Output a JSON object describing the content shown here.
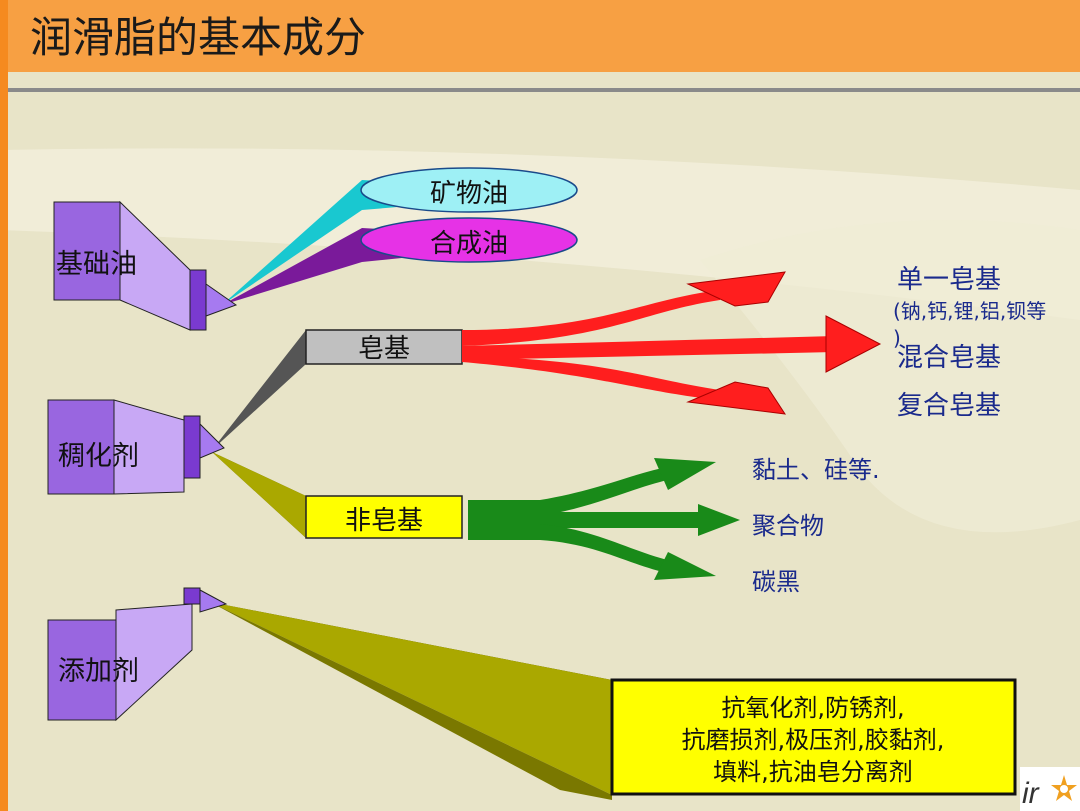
{
  "title": "润滑脂的基本成分",
  "colors": {
    "title_bar": "#f7a043",
    "background": "#e8e4c8",
    "purple_block": "#9966e0",
    "cyan_wedge": "#19c8d0",
    "magenta_ellipse": "#e632e6",
    "red_arrow": "#ff1e1e",
    "green_arrow": "#198a19",
    "olive_wedge": "#aaa800",
    "yellow_box": "#ffff00",
    "gray_box": "#c0c0c0",
    "text_blue": "#1a2a8c"
  },
  "categories": {
    "base_oil": {
      "label": "基础油",
      "items": [
        "矿物油",
        "合成油"
      ]
    },
    "thickener": {
      "label": "稠化剂",
      "soap": {
        "label": "皂基",
        "outputs": [
          "单一皂基",
          "(钠,钙,锂,铝,钡等",
          ")",
          "混合皂基",
          "复合皂基"
        ]
      },
      "non_soap": {
        "label": "非皂基",
        "outputs": [
          "黏土、硅等.",
          "聚合物",
          "碳黑"
        ]
      }
    },
    "additive": {
      "label": "添加剂",
      "box_lines": [
        "抗氧化剂,防锈剂,",
        "抗磨损剂,极压剂,胶黏剂,",
        "填料,抗油皂分离剂"
      ]
    }
  },
  "logo_text": "ir"
}
